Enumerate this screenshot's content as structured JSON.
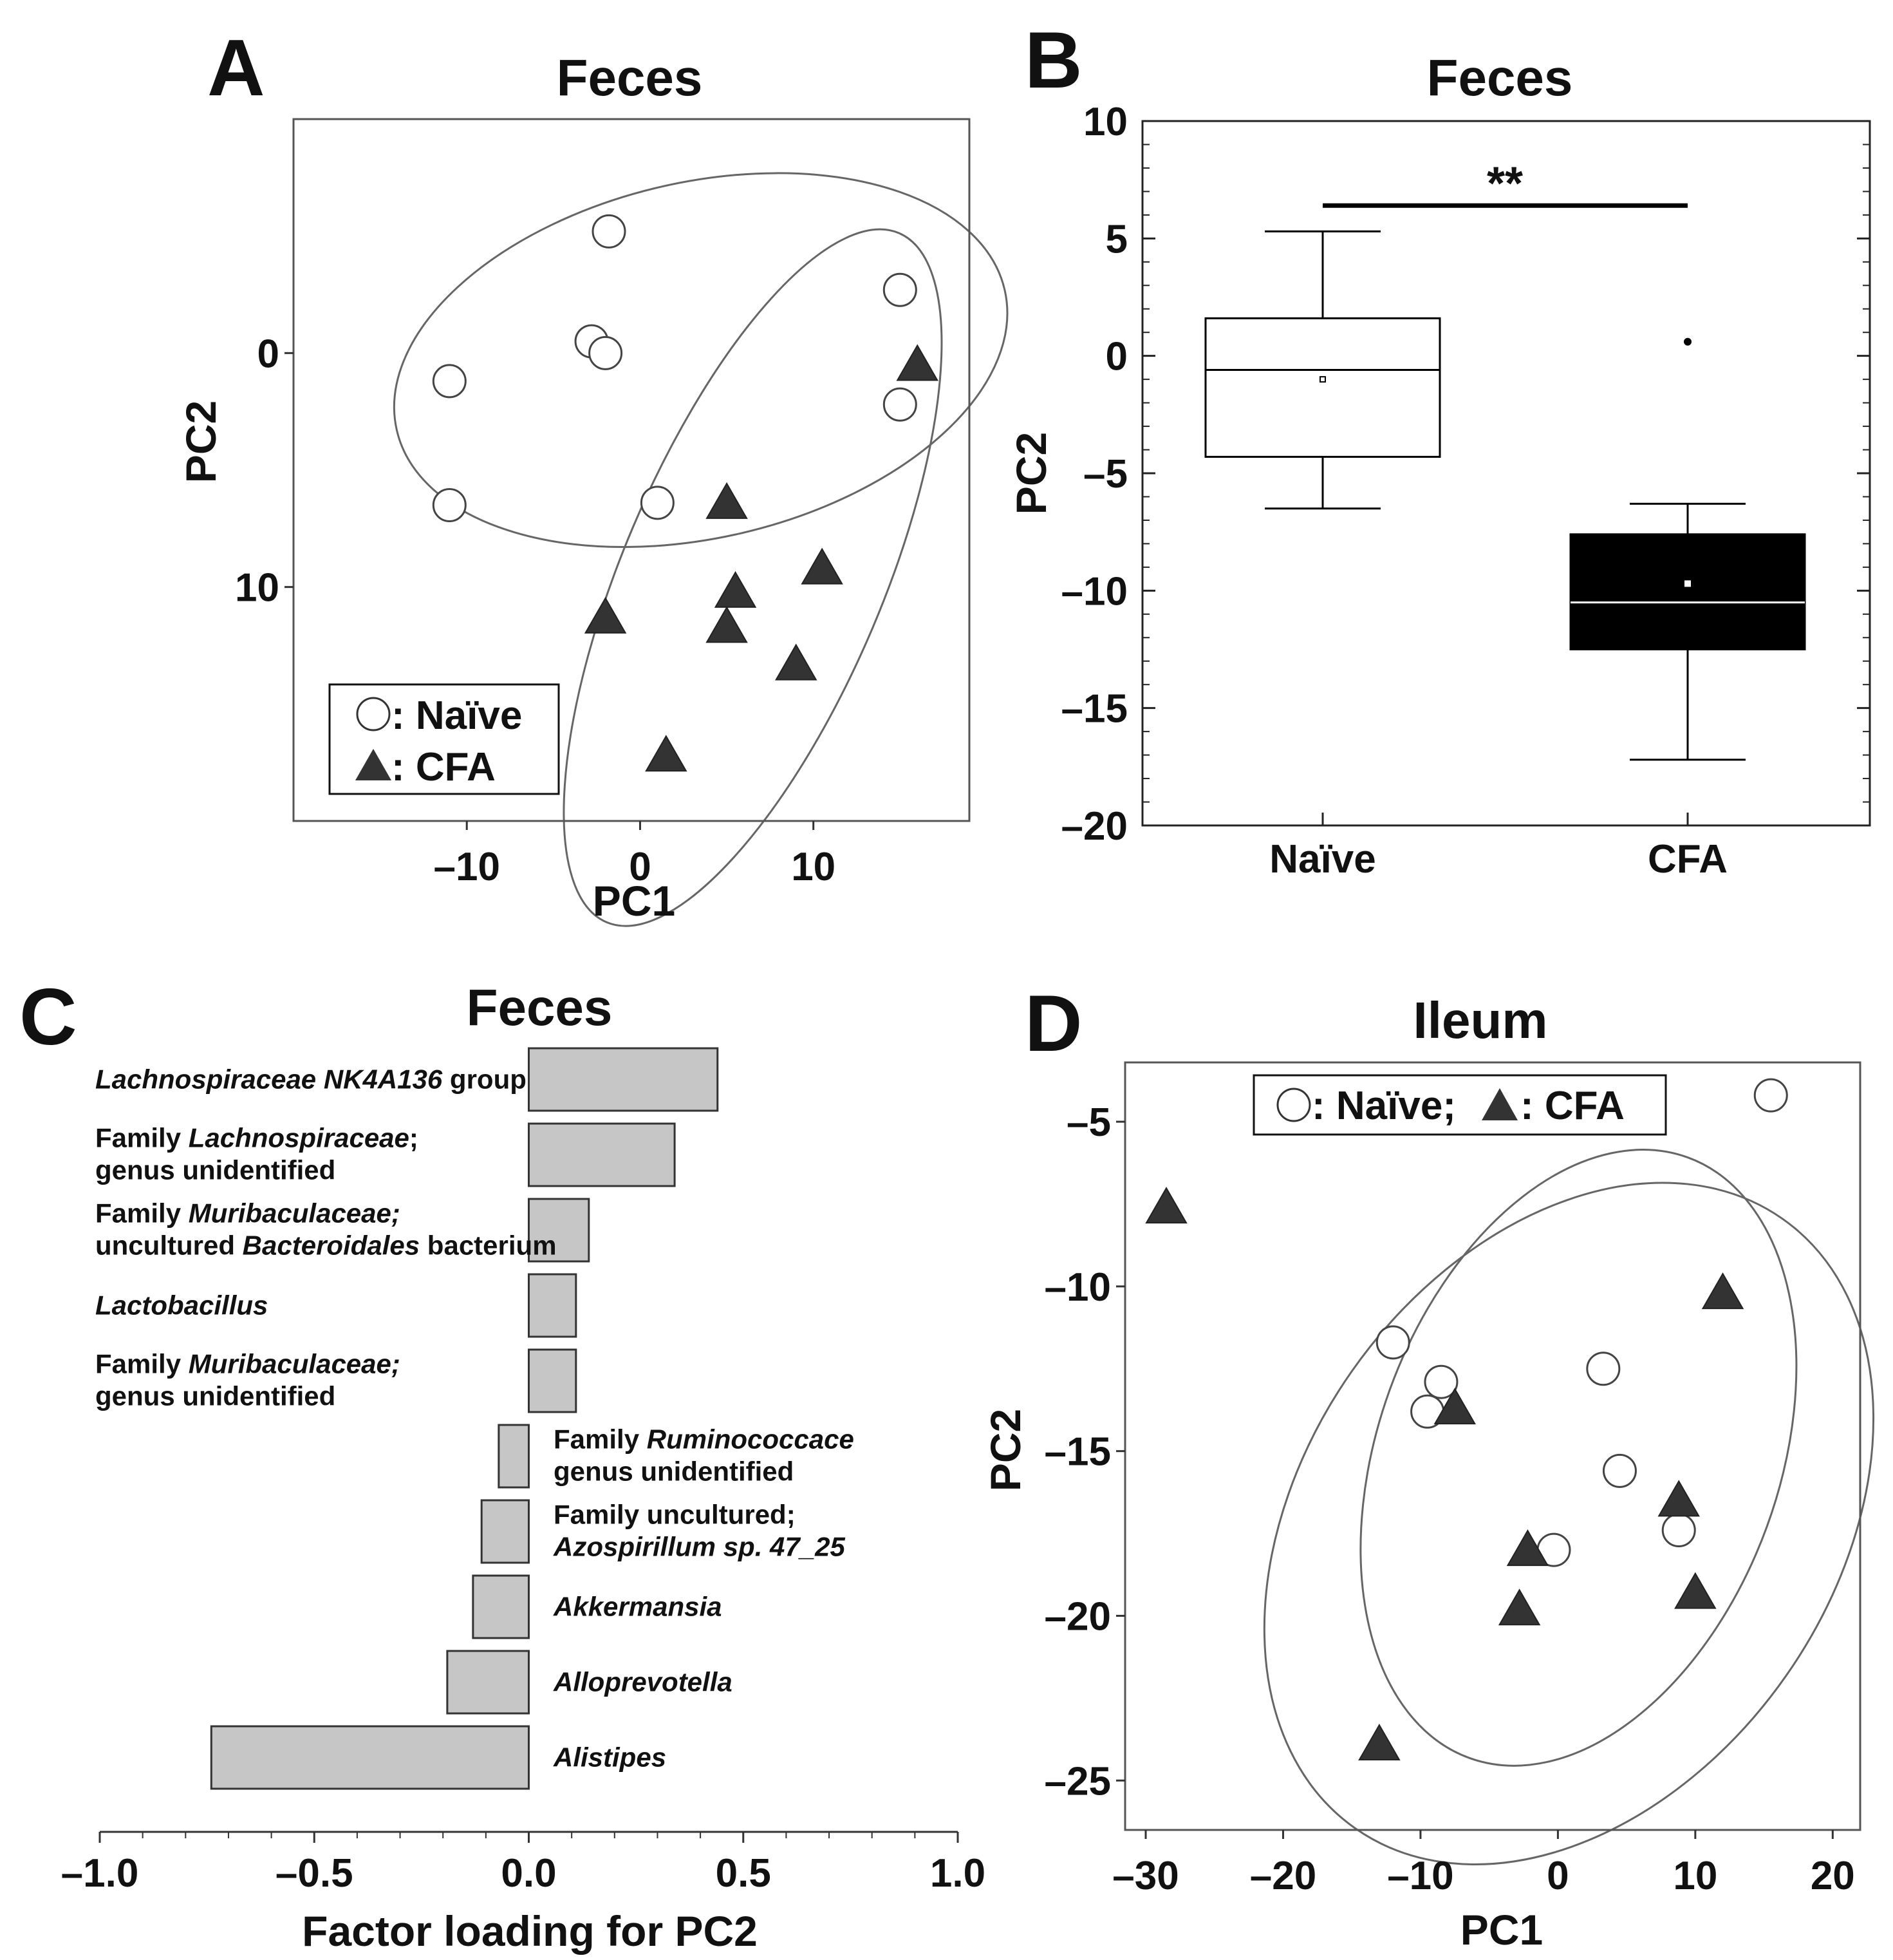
{
  "panels": {
    "A": {
      "label": "A",
      "title": "Feces",
      "xlabel": "PC1",
      "ylabel": "PC2",
      "legend": {
        "naive": ": Naïve",
        "cfa": ": CFA"
      }
    },
    "B": {
      "label": "B",
      "title": "Feces",
      "ylabel": "PC2",
      "significance": "**"
    },
    "C": {
      "label": "C",
      "title": "Feces",
      "xlabel": "Factor loading for PC2"
    },
    "D": {
      "label": "D",
      "title": "Ileum",
      "xlabel": "PC1",
      "ylabel": "PC2",
      "legend": {
        "naive": ": Naïve; ",
        "cfa": ": CFA"
      }
    }
  },
  "chart_data": [
    {
      "id": "A",
      "type": "scatter",
      "title": "Feces",
      "xlabel": "PC1",
      "ylabel": "PC2",
      "xlim": [
        -20,
        19
      ],
      "ylim": [
        -10,
        20
      ],
      "y_inverted": true,
      "grid": false,
      "legend_placement": "bottom-left",
      "xticks": [
        {
          "v": -10,
          "label": "–10"
        },
        {
          "v": 0,
          "label": "0"
        },
        {
          "v": 10,
          "label": "10"
        }
      ],
      "yticks": [
        {
          "v": 0,
          "label": "0"
        },
        {
          "v": 10,
          "label": "10"
        }
      ],
      "series": [
        {
          "name": "Naïve",
          "marker": "circle",
          "color": "#ffffff",
          "points": [
            [
              -1.8,
              -5.2
            ],
            [
              15,
              -2.7
            ],
            [
              -2.8,
              -0.5
            ],
            [
              -2,
              0
            ],
            [
              -11,
              1.2
            ],
            [
              15,
              2.2
            ],
            [
              -11,
              6.5
            ],
            [
              1,
              6.4
            ]
          ]
        },
        {
          "name": "CFA",
          "marker": "triangle",
          "color": "#333333",
          "points": [
            [
              16,
              0.5
            ],
            [
              5,
              6.4
            ],
            [
              10.5,
              9.2
            ],
            [
              5.5,
              10.2
            ],
            [
              -2,
              11.3
            ],
            [
              5,
              11.7
            ],
            [
              9,
              13.3
            ],
            [
              1.5,
              17.2
            ]
          ]
        }
      ],
      "ellipses": [
        {
          "cx": 3.5,
          "cy": 0.3,
          "rx": 18,
          "ry": 7.6,
          "angle_deg": -13
        },
        {
          "cx": 6.5,
          "cy": 9.6,
          "rx": 7.5,
          "ry": 16,
          "angle_deg": 23
        }
      ]
    },
    {
      "id": "B",
      "type": "box",
      "title": "Feces",
      "ylabel": "PC2",
      "categories": [
        "Naïve",
        "CFA"
      ],
      "ylim": [
        -20,
        10
      ],
      "grid": false,
      "yticks": [
        {
          "v": 10,
          "label": "10"
        },
        {
          "v": 5,
          "label": "5"
        },
        {
          "v": 0,
          "label": "0"
        },
        {
          "v": -5,
          "label": "–5"
        },
        {
          "v": -10,
          "label": "–10"
        },
        {
          "v": -15,
          "label": "–15"
        },
        {
          "v": -20,
          "label": "–20"
        }
      ],
      "boxes": [
        {
          "category": "Naïve",
          "min": -6.5,
          "q1": -4.3,
          "median": -0.6,
          "q3": 1.6,
          "max": 5.3,
          "mean": -1,
          "outliers": [],
          "fill": "#ffffff"
        },
        {
          "category": "CFA",
          "min": -17.2,
          "q1": -12.5,
          "median": -10.5,
          "q3": -7.6,
          "max": -6.3,
          "mean": -9.7,
          "outliers": [
            0.6
          ],
          "fill": "#000000"
        }
      ],
      "significance": {
        "label": "**",
        "y": 6.4,
        "between": [
          "Naïve",
          "CFA"
        ]
      }
    },
    {
      "id": "C",
      "type": "bar",
      "orientation": "horizontal",
      "title": "Feces",
      "xlabel": "Factor loading for PC2",
      "xlim": [
        -1,
        1
      ],
      "grid": false,
      "xticks": [
        {
          "v": -1,
          "label": "–1.0"
        },
        {
          "v": -0.5,
          "label": "–0.5"
        },
        {
          "v": 0,
          "label": "0.0"
        },
        {
          "v": 0.5,
          "label": "0.5"
        },
        {
          "v": 1,
          "label": "1.0"
        }
      ],
      "bars": [
        {
          "value": 0.44,
          "label": [
            [
              {
                "t": "Lachnospiraceae NK4A136",
                "i": true
              },
              {
                "t": " group",
                "i": false
              }
            ]
          ]
        },
        {
          "value": 0.34,
          "label": [
            [
              {
                "t": "Family ",
                "i": false
              },
              {
                "t": "Lachnospiraceae",
                "i": true
              },
              {
                "t": ";",
                "i": false
              }
            ],
            [
              {
                "t": "  genus unidentified",
                "i": false
              }
            ]
          ]
        },
        {
          "value": 0.14,
          "label": [
            [
              {
                "t": "Family  ",
                "i": false
              },
              {
                "t": "Muribaculaceae;",
                "i": true
              }
            ],
            [
              {
                "t": "  uncultured ",
                "i": false
              },
              {
                "t": "Bacteroidales",
                "i": true
              },
              {
                "t": " bacterium",
                "i": false
              }
            ]
          ]
        },
        {
          "value": 0.11,
          "label": [
            [
              {
                "t": "Lactobacillus",
                "i": true
              }
            ]
          ]
        },
        {
          "value": 0.11,
          "label": [
            [
              {
                "t": "Family ",
                "i": false
              },
              {
                "t": "Muribaculaceae;",
                "i": true
              }
            ],
            [
              {
                "t": "  genus unidentified",
                "i": false
              }
            ]
          ]
        },
        {
          "value": -0.07,
          "label": [
            [
              {
                "t": "Family ",
                "i": false
              },
              {
                "t": "Ruminococcace",
                "i": true
              }
            ],
            [
              {
                "t": "  genus unidentified",
                "i": false
              }
            ]
          ]
        },
        {
          "value": -0.11,
          "label": [
            [
              {
                "t": "Family uncultured;",
                "i": false
              }
            ],
            [
              {
                "t": "  Azospirillum sp. 47_25",
                "i": true
              }
            ]
          ]
        },
        {
          "value": -0.13,
          "label": [
            [
              {
                "t": "Akkermansia",
                "i": true
              }
            ]
          ]
        },
        {
          "value": -0.19,
          "label": [
            [
              {
                "t": "Alloprevotella",
                "i": true
              }
            ]
          ]
        },
        {
          "value": -0.74,
          "label": [
            [
              {
                "t": "Alistipes",
                "i": true
              }
            ]
          ]
        }
      ]
    },
    {
      "id": "D",
      "type": "scatter",
      "title": "Ileum",
      "xlabel": "PC1",
      "ylabel": "PC2",
      "xlim": [
        -31.5,
        22
      ],
      "ylim": [
        -26.5,
        -3.2
      ],
      "grid": false,
      "legend_placement": "top",
      "xticks": [
        {
          "v": -30,
          "label": "–30"
        },
        {
          "v": -20,
          "label": "–20"
        },
        {
          "v": -10,
          "label": "–10"
        },
        {
          "v": 0,
          "label": "0"
        },
        {
          "v": 10,
          "label": "10"
        },
        {
          "v": 20,
          "label": "20"
        }
      ],
      "yticks": [
        {
          "v": -5,
          "label": "–5"
        },
        {
          "v": -10,
          "label": "–10"
        },
        {
          "v": -15,
          "label": "–15"
        },
        {
          "v": -20,
          "label": "–20"
        },
        {
          "v": -25,
          "label": "–25"
        }
      ],
      "series": [
        {
          "name": "Naïve",
          "marker": "circle",
          "color": "#ffffff",
          "points": [
            [
              15.5,
              -4.2
            ],
            [
              -12,
              -11.7
            ],
            [
              -8.5,
              -12.9
            ],
            [
              -9.5,
              -13.8
            ],
            [
              3.3,
              -12.5
            ],
            [
              4.5,
              -15.6
            ],
            [
              8.8,
              -17.4
            ],
            [
              -0.3,
              -18
            ]
          ]
        },
        {
          "name": "CFA",
          "marker": "triangle",
          "color": "#333333",
          "points": [
            [
              -28.5,
              -7.6
            ],
            [
              12,
              -10.2
            ],
            [
              -7.5,
              -13.7
            ],
            [
              8.8,
              -16.5
            ],
            [
              -2.2,
              -18
            ],
            [
              -2.8,
              -19.8
            ],
            [
              10,
              -19.3
            ],
            [
              -13,
              -23.9
            ]
          ]
        }
      ],
      "ellipses": [
        {
          "cx": 1.5,
          "cy": -15.2,
          "rx": 14.6,
          "ry": 9.7,
          "angle_deg": 20
        },
        {
          "cx": 0.8,
          "cy": -17.2,
          "rx": 19.3,
          "ry": 11.3,
          "angle_deg": 35
        }
      ]
    }
  ]
}
